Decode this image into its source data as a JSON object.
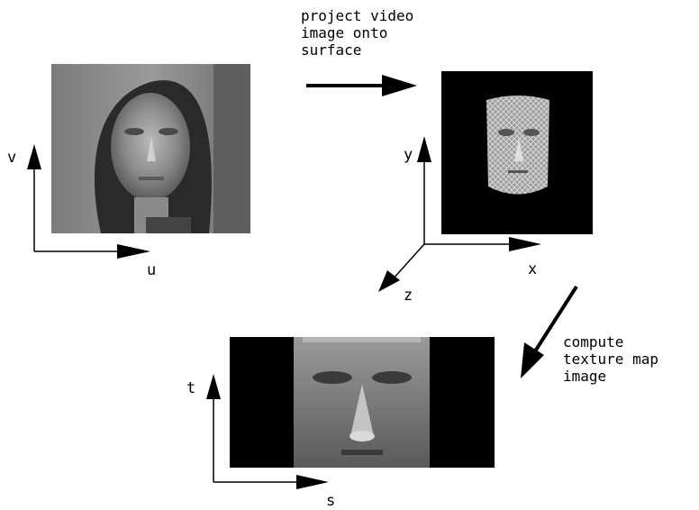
{
  "captions": {
    "project": [
      "project video",
      "image onto",
      "surface"
    ],
    "compute": [
      "compute",
      "texture map",
      "image"
    ]
  },
  "axes": {
    "video": {
      "vertical": "v",
      "horizontal": "u"
    },
    "surface": {
      "vertical": "y",
      "horizontal": "x",
      "depth": "z"
    },
    "texture": {
      "vertical": "t",
      "horizontal": "s"
    }
  }
}
